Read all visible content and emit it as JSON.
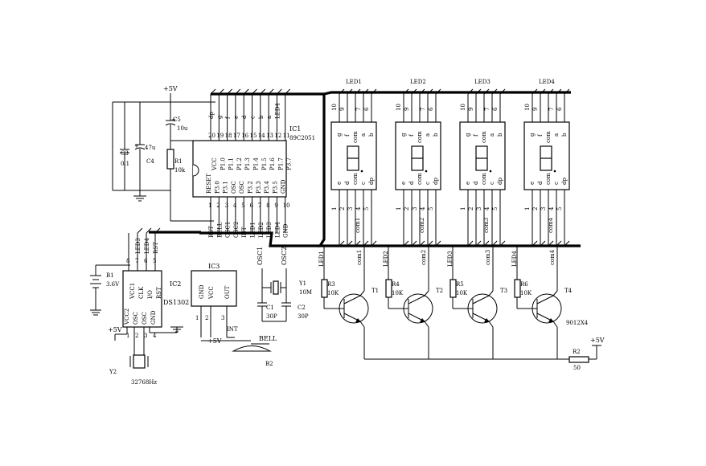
{
  "power": {
    "vcc": "+5V"
  },
  "ic1": {
    "ref": "IC1",
    "part": "89C2051",
    "inner_left": [
      "RESET",
      "P3.0",
      "P3.1",
      "OSC",
      "OSC",
      "P3.2",
      "P3.3",
      "P3.4",
      "P3.5",
      "GND"
    ],
    "inner_right": [
      "VCC",
      "P1.0",
      "P1.1",
      "P1.2",
      "P1.3",
      "P1.4",
      "P1.5",
      "P1.6",
      "P1.7",
      "P3.7"
    ],
    "pins_bottom": [
      "1",
      "2",
      "3",
      "4",
      "5",
      "6",
      "7",
      "8",
      "9",
      "10"
    ],
    "pins_top": [
      "20",
      "19",
      "18",
      "17",
      "16",
      "15",
      "14",
      "13",
      "12",
      "11"
    ],
    "nets_bottom": [
      "RST",
      "BELL",
      "OSC1",
      "OSC2",
      "INT",
      "LED1",
      "LED2",
      "LED3",
      "LED4",
      "GND"
    ],
    "nets_top": [
      "dp",
      "g",
      "f",
      "e",
      "d",
      "c",
      "b",
      "a",
      "LED4"
    ]
  },
  "ic2": {
    "ref": "IC2",
    "part": "DS1302",
    "inner_a": [
      "VCC2",
      "OSC",
      "OSC",
      "GND"
    ],
    "inner_b": [
      "VCC1",
      "CLK",
      "I/O",
      "RST"
    ],
    "pins_top": [
      "8",
      "7",
      "6",
      "5"
    ],
    "nets_top": [
      "LED3",
      "LED4",
      "RST"
    ],
    "pins_bottom": [
      "1",
      "2",
      "3",
      "4"
    ]
  },
  "ic3": {
    "ref": "IC3",
    "inner": [
      "GND",
      "VCC",
      "OUT"
    ],
    "pins": [
      "1",
      "2",
      "3"
    ],
    "net_out": "INT"
  },
  "leds": [
    {
      "label": "LED1",
      "com": "com1"
    },
    {
      "label": "LED2",
      "com": "com2"
    },
    {
      "label": "LED3",
      "com": "com3"
    },
    {
      "label": "LED4",
      "com": "com4"
    }
  ],
  "led_pins_top": [
    "10",
    "9",
    "7",
    "6"
  ],
  "led_top_labels": [
    "g",
    "f",
    "a",
    "b"
  ],
  "led_top_com": "com",
  "led_pins_bottom": [
    "1",
    "2",
    "3",
    "4",
    "5"
  ],
  "led_bottom_labels": [
    "e",
    "d",
    "com",
    "c",
    "dp"
  ],
  "transistors": [
    {
      "ref": "T1",
      "r": "R3",
      "rv": "10K",
      "net": "LED1",
      "com": "com1"
    },
    {
      "ref": "T2",
      "r": "R4",
      "rv": "10K",
      "net": "LED2",
      "com": "com2"
    },
    {
      "ref": "T3",
      "r": "R5",
      "rv": "10K",
      "net": "LED3",
      "com": "com3"
    },
    {
      "ref": "T4",
      "r": "R6",
      "rv": "10K",
      "net": "LED4",
      "com": "com4"
    }
  ],
  "transistor_part": "9012X4",
  "parts": {
    "c3": "C3",
    "c3v": "0.1",
    "c4": "C4",
    "c4v": "47u",
    "c5": "C5",
    "c5v": "10u",
    "r1": "R1",
    "r1v": "10k",
    "c1": "C1",
    "c1v": "30P",
    "c2": "C2",
    "c2v": "30P",
    "y1": "Y1",
    "y1v": "10M",
    "y2": "Y2",
    "y2v": "32768Hz",
    "b1": "B1",
    "b1v": "3.6V",
    "b2": "B2",
    "bell": "BELL",
    "r2": "R2",
    "r2v": "50"
  }
}
